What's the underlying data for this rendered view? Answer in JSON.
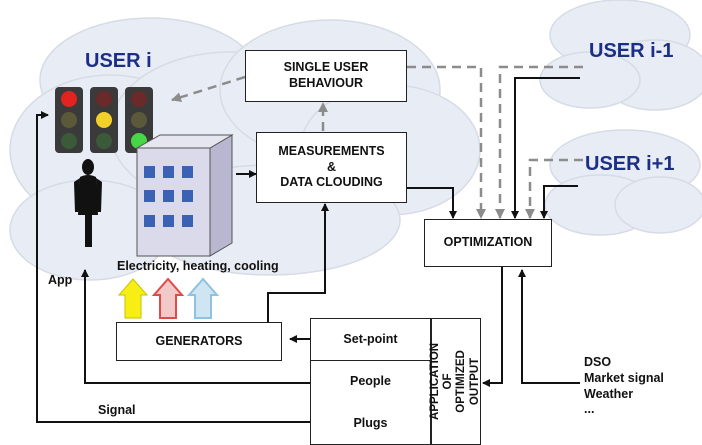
{
  "users": {
    "current": "USER i",
    "previous": "USER i-1",
    "next": "USER i+1"
  },
  "boxes": {
    "single_user_behaviour": "SINGLE USER\nBEHAVIOUR",
    "measurements": "MEASUREMENTS\n&\nDATA CLOUDING",
    "optimization": "OPTIMIZATION",
    "generators": "GENERATORS",
    "set_point": "Set-point",
    "people": "People",
    "plugs": "Plugs",
    "application": "APPLICATION OF\nOPTIMIZED OUTPUT"
  },
  "labels": {
    "services": "Electricity, heating, cooling",
    "app": "App",
    "signal": "Signal"
  },
  "external_inputs": [
    "DSO",
    "Market signal",
    "Weather",
    "..."
  ],
  "colors": {
    "user_label": "#1c2f86",
    "cloud": "#e8ecf4",
    "building": "#d9d9ec",
    "window": "#3a61b4",
    "arrow_yellow": "#f7ef14",
    "arrow_red": "#e24a4a",
    "arrow_blue": "#8fc2e0",
    "dashed": "#8c8c8c"
  }
}
